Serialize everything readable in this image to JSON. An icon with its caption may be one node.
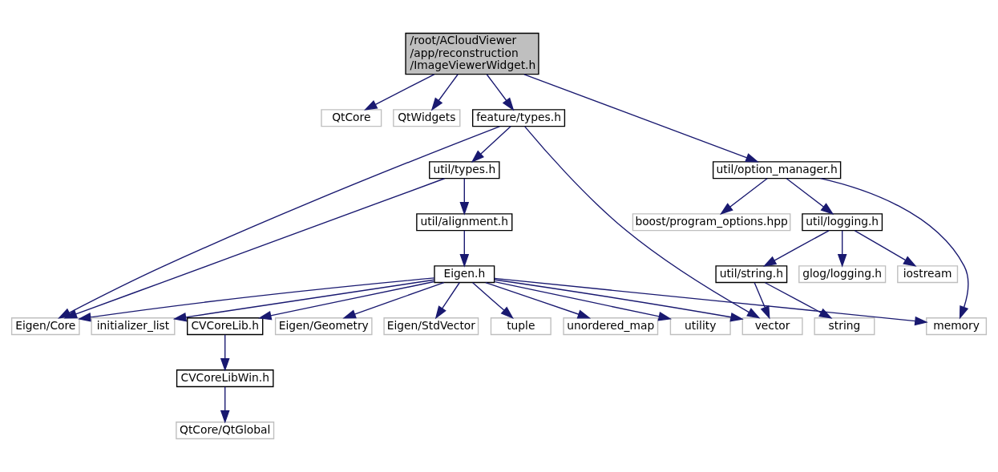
{
  "diagram": {
    "nodes": [
      {
        "text": [
          "/root/ACloudViewer /app/reconstruction /ImageViewerWidget.h"
        ]
      },
      {
        "text": [
          "QtCore"
        ]
      },
      {
        "text": [
          "QtWidgets"
        ]
      },
      {
        "text": [
          "feature/types.h"
        ]
      },
      {
        "text": [
          "util/option_manager.h"
        ]
      },
      {
        "text": [
          "util/types.h"
        ]
      },
      {
        "text": [
          "util/logging.h"
        ]
      },
      {
        "text": [
          "boost/program_options.hpp"
        ]
      },
      {
        "text": [
          "util/alignment.h"
        ]
      },
      {
        "text": [
          "util/string.h"
        ]
      },
      {
        "text": [
          "glog/logging.h"
        ]
      },
      {
        "text": [
          "iostream"
        ]
      },
      {
        "text": [
          "Eigen.h"
        ]
      },
      {
        "text": [
          "Eigen/Core"
        ]
      },
      {
        "text": [
          "Eigen/Geometry"
        ]
      },
      {
        "text": [
          "Eigen/StdVector"
        ]
      },
      {
        "text": [
          "tuple"
        ]
      },
      {
        "text": [
          "unordered_map"
        ]
      },
      {
        "text": [
          "utility"
        ]
      },
      {
        "text": [
          "initializer_list"
        ]
      },
      {
        "text": [
          "CVCoreLib.h"
        ]
      },
      {
        "text": [
          "vector"
        ]
      },
      {
        "text": [
          "memory"
        ]
      },
      {
        "text": [
          "string"
        ]
      },
      {
        "text": [
          "CVCoreLibWin.h"
        ]
      },
      {
        "text": [
          "QtCore/QtGlobal"
        ]
      }
    ],
    "edges": [
      {
        "from": 0,
        "to": 1,
        "arrow": "to"
      },
      {
        "from": 0,
        "to": 2,
        "arrow": "to"
      },
      {
        "from": 0,
        "to": 3,
        "arrow": "to"
      },
      {
        "from": 0,
        "to": 4,
        "arrow": "to"
      },
      {
        "from": 3,
        "to": 13,
        "arrow": "to"
      },
      {
        "from": 3,
        "to": 5,
        "arrow": "to"
      },
      {
        "from": 3,
        "to": 21,
        "arrow": "to"
      },
      {
        "from": 5,
        "to": 13,
        "arrow": "to"
      },
      {
        "from": 5,
        "to": 8,
        "arrow": "to"
      },
      {
        "from": 8,
        "to": 12,
        "arrow": "to"
      },
      {
        "from": 12,
        "to": 13,
        "arrow": "to"
      },
      {
        "from": 12,
        "to": 14,
        "arrow": "to"
      },
      {
        "from": 12,
        "to": 15,
        "arrow": "to"
      },
      {
        "from": 12,
        "to": 16,
        "arrow": "to"
      },
      {
        "from": 12,
        "to": 17,
        "arrow": "to"
      },
      {
        "from": 12,
        "to": 18,
        "arrow": "to"
      },
      {
        "from": 12,
        "to": 19,
        "arrow": "to"
      },
      {
        "from": 12,
        "to": 20,
        "arrow": "to"
      },
      {
        "from": 12,
        "to": 21,
        "arrow": "to"
      },
      {
        "from": 12,
        "to": 22,
        "arrow": "to"
      },
      {
        "from": 4,
        "to": 6,
        "arrow": "to"
      },
      {
        "from": 4,
        "to": 7,
        "arrow": "to"
      },
      {
        "from": 4,
        "to": 22,
        "arrow": "to"
      },
      {
        "from": 6,
        "to": 9,
        "arrow": "to"
      },
      {
        "from": 6,
        "to": 10,
        "arrow": "to"
      },
      {
        "from": 6,
        "to": 11,
        "arrow": "to"
      },
      {
        "from": 9,
        "to": 21,
        "arrow": "to"
      },
      {
        "from": 9,
        "to": 23,
        "arrow": "to"
      },
      {
        "from": 20,
        "to": 24,
        "arrow": "to"
      },
      {
        "from": 24,
        "to": 25,
        "arrow": "to"
      }
    ]
  }
}
